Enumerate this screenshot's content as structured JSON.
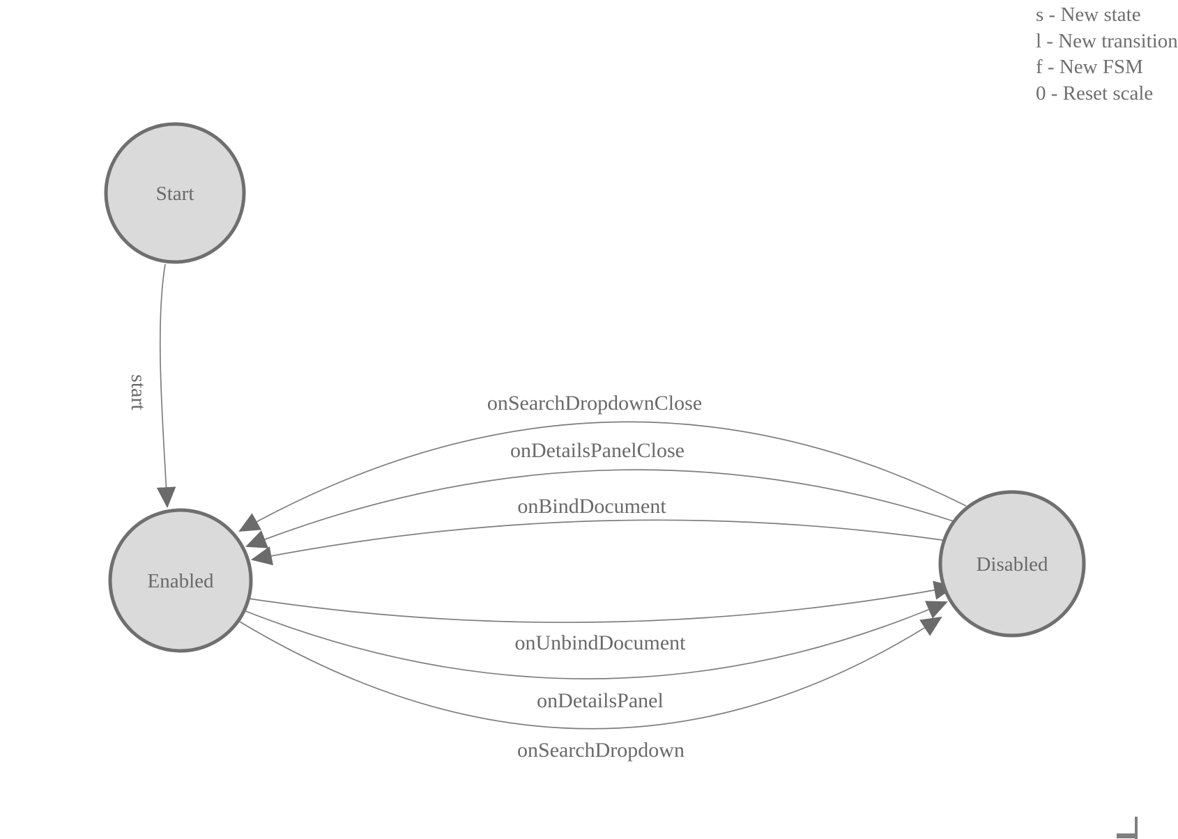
{
  "diagram": {
    "type": "fsm-state-diagram",
    "states": [
      {
        "label": "Start"
      },
      {
        "label": "Enabled"
      },
      {
        "label": "Disabled"
      }
    ],
    "transitions": [
      {
        "from": "Start",
        "to": "Enabled",
        "label": "start"
      },
      {
        "from": "Disabled",
        "to": "Enabled",
        "label": "onSearchDropdownClose"
      },
      {
        "from": "Disabled",
        "to": "Enabled",
        "label": "onDetailsPanelClose"
      },
      {
        "from": "Disabled",
        "to": "Enabled",
        "label": "onBindDocument"
      },
      {
        "from": "Enabled",
        "to": "Disabled",
        "label": "onUnbindDocument"
      },
      {
        "from": "Enabled",
        "to": "Disabled",
        "label": "onDetailsPanel"
      },
      {
        "from": "Enabled",
        "to": "Disabled",
        "label": "onSearchDropdown"
      }
    ]
  },
  "legend": {
    "lines": [
      "s - New state",
      "l - New transition",
      "f - New FSM",
      "0 - Reset scale"
    ]
  },
  "colors": {
    "background": "#ffffff",
    "state_fill": "#dadada",
    "state_stroke": "#6f6f6f",
    "edge_stroke": "#7d7d7d",
    "arrowhead": "#6b6b6b",
    "label_text": "#696969",
    "legend_text": "#6e6e6e"
  }
}
